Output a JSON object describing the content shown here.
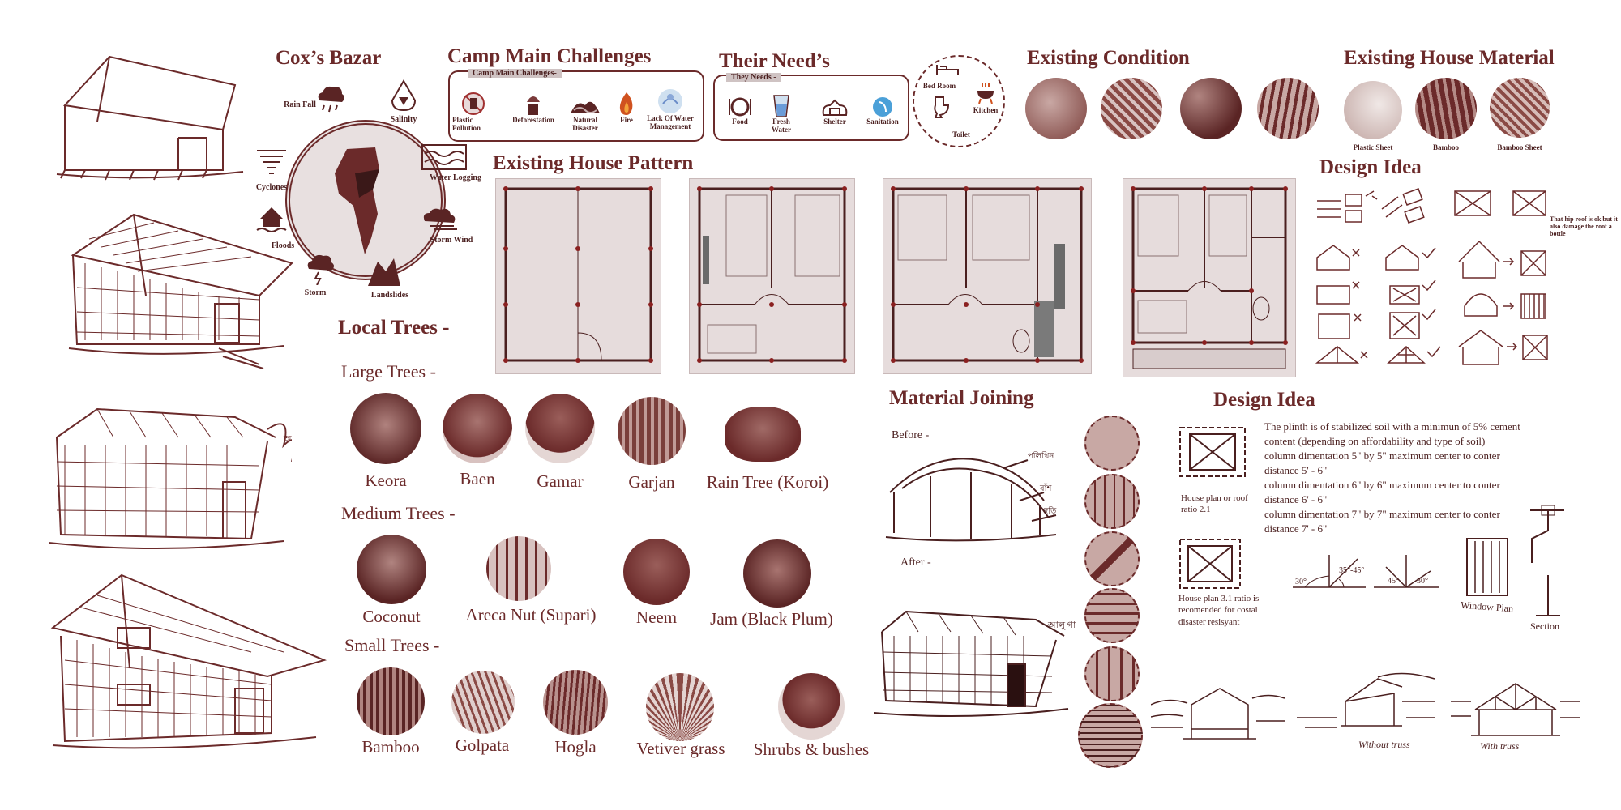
{
  "coxs_bazar": {
    "title": "Cox’s Bazar",
    "hazards": [
      "Rain Fall",
      "Salinity",
      "Cyclones",
      "Water Logging",
      "Floods",
      "Storm Wind",
      "Storm",
      "Landslides"
    ]
  },
  "camp_challenges": {
    "title": "Camp Main Challenges",
    "tag": "Camp Main Challenges-",
    "items": [
      "Plastic Pollution",
      "Deforestation",
      "Natural Disaster",
      "Fire",
      "Lack Of Water Management"
    ]
  },
  "needs": {
    "title": "Their Need’s",
    "tag": "They Needs -",
    "items": [
      "Food",
      "Fresh Water",
      "Shelter",
      "Sanitation"
    ],
    "rooms": [
      "Bed Room",
      "Kitchen",
      "Toilet"
    ]
  },
  "existing_condition": {
    "title": "Existing Condition"
  },
  "existing_material": {
    "title": "Existing House Material",
    "items": [
      "Plastic Sheet",
      "Bamboo",
      "Bamboo Sheet"
    ]
  },
  "house_pattern": {
    "title": "Existing House Pattern"
  },
  "design_idea_top": {
    "title": "Design Idea",
    "note": "That hip roof is ok but it also damage the roof a bottle"
  },
  "local_trees": {
    "title": "Local Trees -",
    "large_title": "Large Trees -",
    "large": [
      "Keora",
      "Baen",
      "Gamar",
      "Garjan",
      "Rain Tree (Koroi)"
    ],
    "medium_title": "Medium Trees -",
    "medium": [
      "Coconut",
      "Areca Nut (Supari)",
      "Neem",
      "Jam (Black Plum)"
    ],
    "small_title": "Small Trees -",
    "small": [
      "Bamboo",
      "Golpata",
      "Hogla",
      "Vetiver grass",
      "Shrubs & bushes"
    ]
  },
  "material_joining": {
    "title": "Material Joining",
    "before": "Before -",
    "after": "After -"
  },
  "design_idea_bottom": {
    "title": "Design Idea",
    "plinth_text": "The plinth is of stabilized soil with a minimun of 5% cement content (depending on affordability and type of soil)",
    "col1": "column dimentation 5\" by 5\" maximum center to conter distance 5' - 6\"",
    "col2": "column dimentation 6\" by 6\" maximum center to conter distance 6' - 6\"",
    "col3": "column dimentation 7\" by 7\" maximum center to conter distance 7' - 6\"",
    "plan21": "House plan or roof ratio 2.1",
    "plan31": "House plan 3.1 ratio is recomended for costal disaster resisyant",
    "angle1": "35°-45°",
    "angle1b": "30°",
    "angle2": "45°",
    "angle2b": "30°",
    "window": "Window Plan",
    "section": "Section",
    "without": "Without truss",
    "with": "With truss"
  },
  "colors": {
    "ink": "#6b2a2a",
    "fill": "#e6dcdc",
    "circle": "#8a4a45"
  }
}
